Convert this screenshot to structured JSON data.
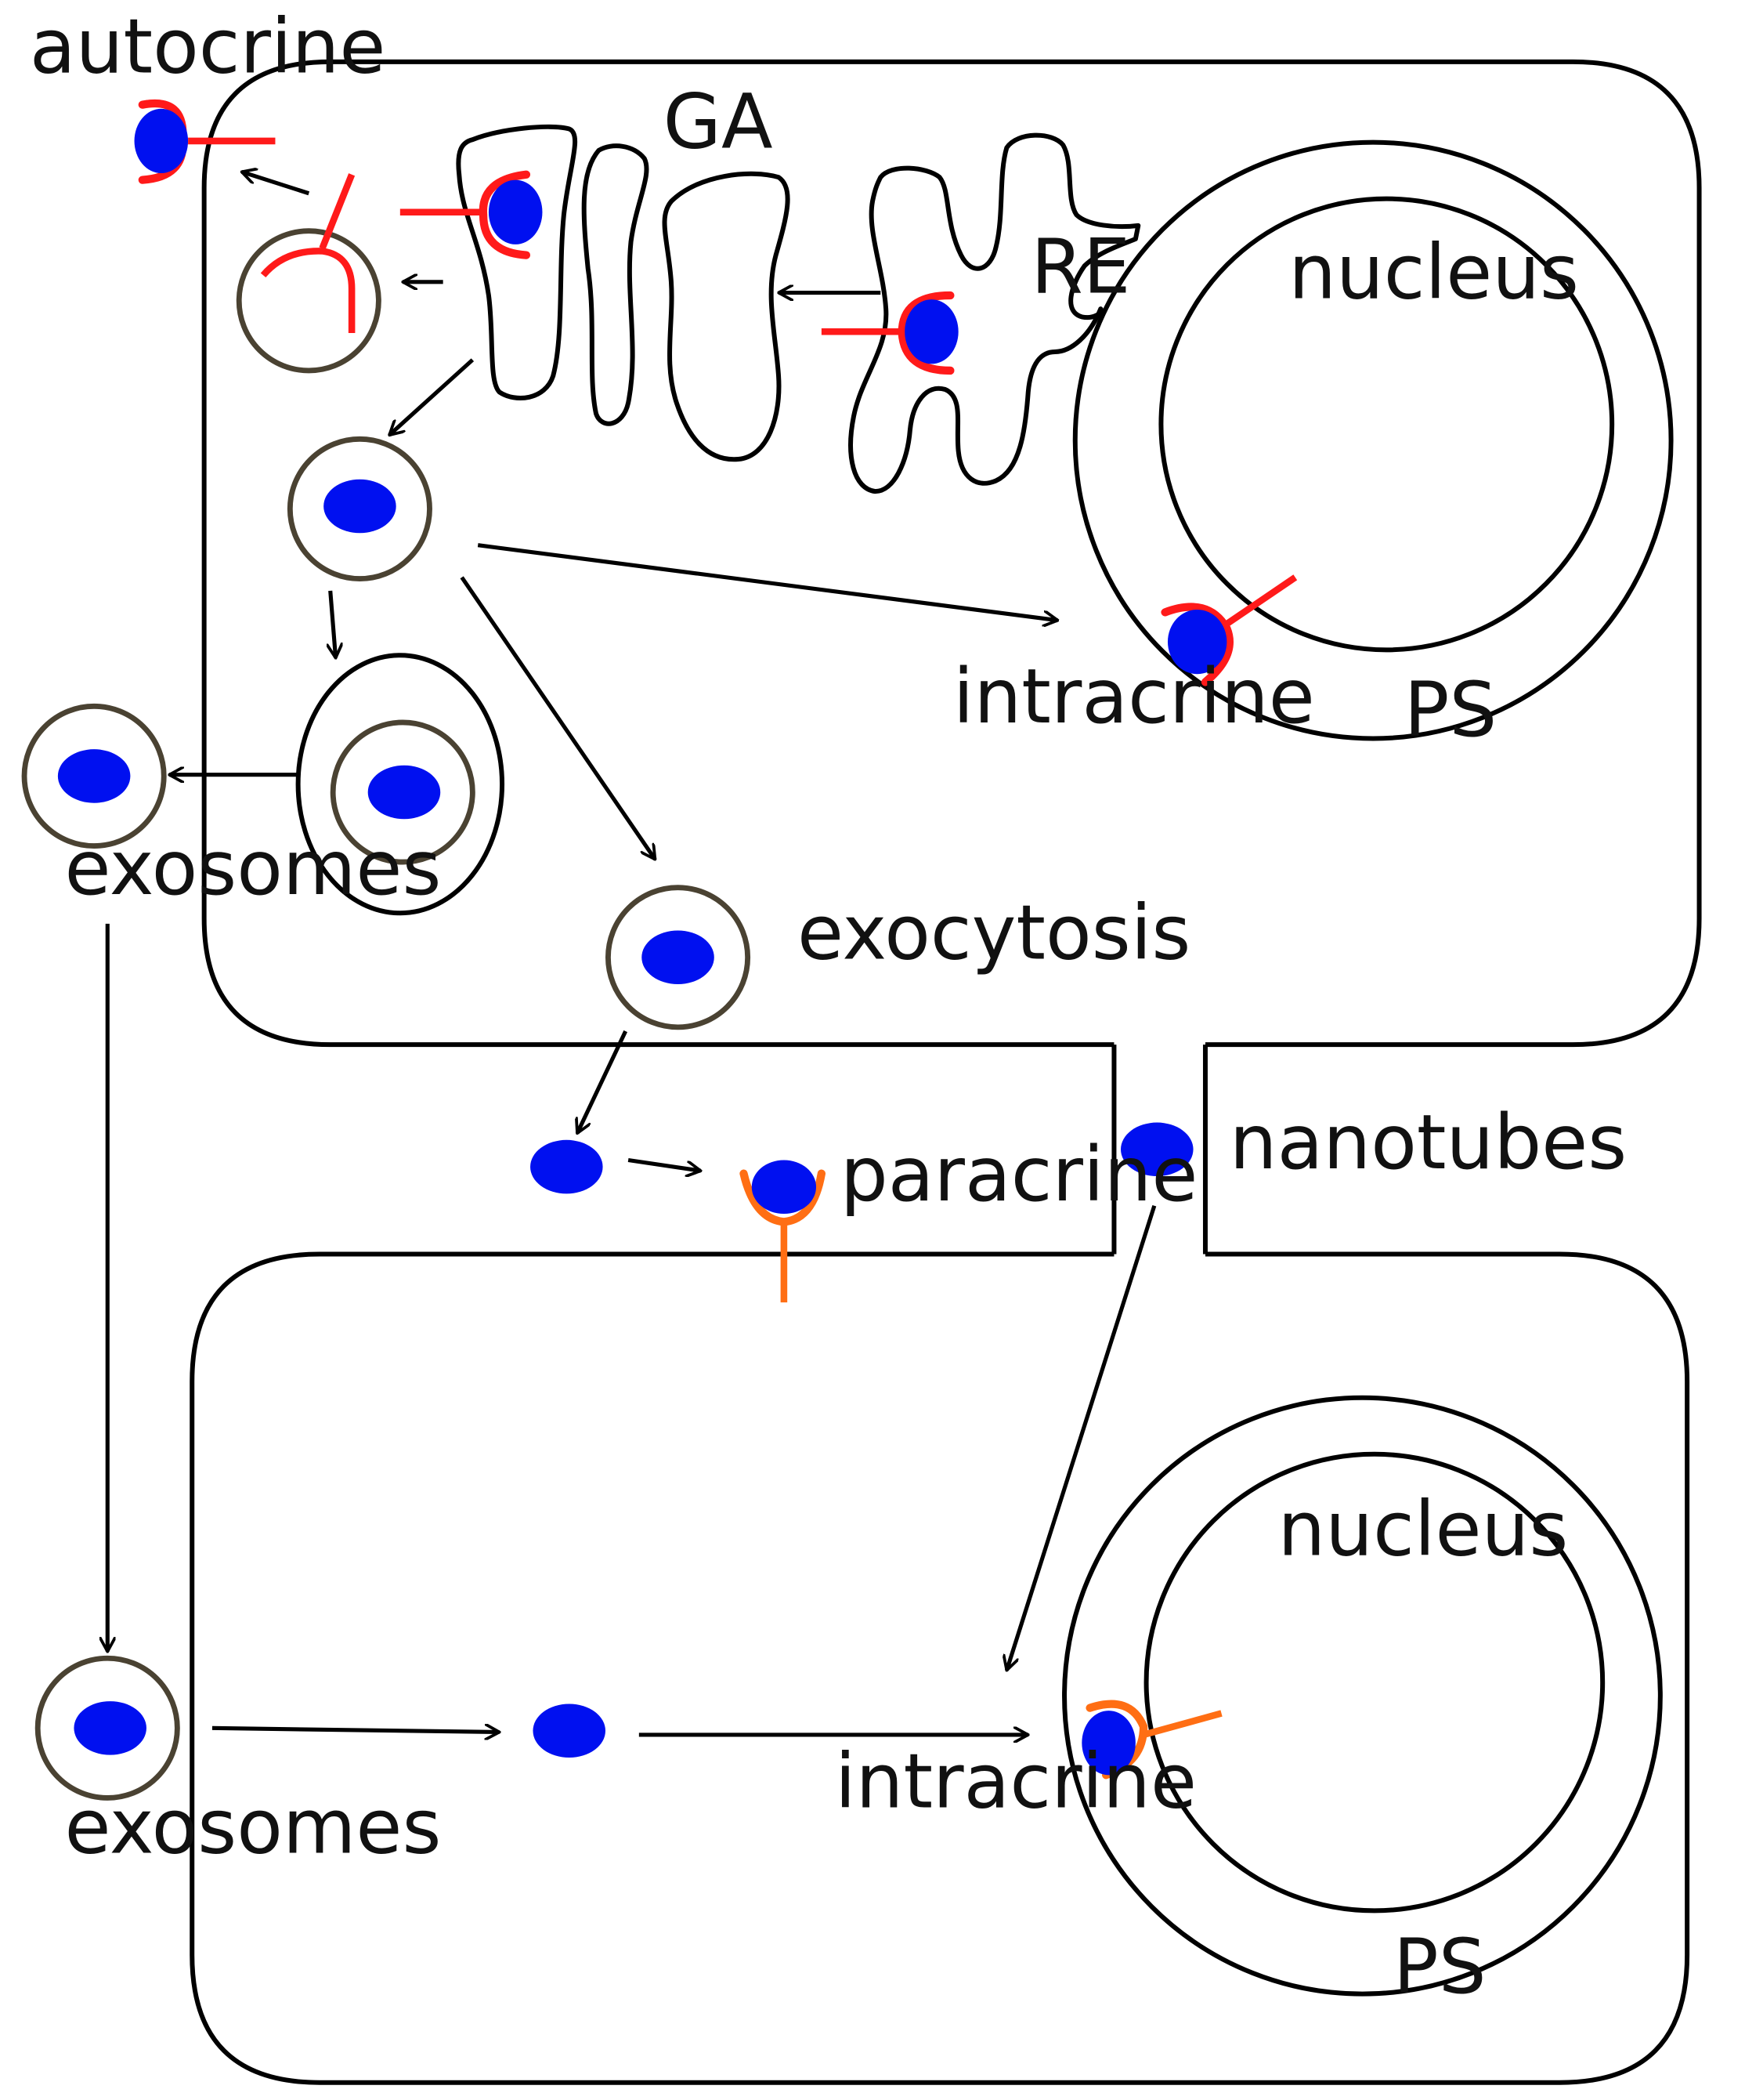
{
  "colors": {
    "outline": "#000000",
    "vesicle_ring": "#4a4232",
    "ligand": "#0010f0",
    "receptor_cell1": "#ff1a1a",
    "receptor_cell2": "#ff6e14"
  },
  "labels": {
    "autocrine": "autocrine",
    "golgi": "GA",
    "reticulum": "RE",
    "nucleus_top": "nucleus",
    "ps_top": "PS",
    "intracrine_top": "intracrine",
    "exosomes_top": "exosomes",
    "exocytosis": "exocytosis",
    "nanotubes": "nanotubes",
    "paracrine": "paracrine",
    "nucleus_bottom": "nucleus",
    "ps_bottom": "PS",
    "intracrine_bottom": "intracrine",
    "exosomes_bottom": "exosomes"
  }
}
